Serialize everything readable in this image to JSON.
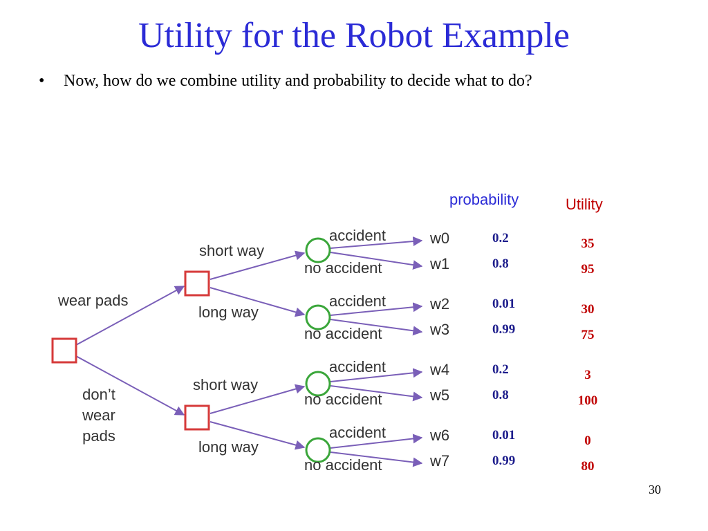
{
  "title": "Utility for the Robot Example",
  "bullet": {
    "marker": "•",
    "text": "Now,  how do we combine utility and probability to decide what to do?"
  },
  "columns": {
    "probability": "probability",
    "utility": "Utility"
  },
  "tree": {
    "root_branches": [
      "wear pads",
      "don’t wear pads"
    ],
    "dont_wear_lines": [
      "don’t",
      "wear",
      "pads"
    ],
    "route_branches": [
      "short way",
      "long way"
    ],
    "outcome_branches": [
      "accident",
      "no accident"
    ]
  },
  "worlds": [
    {
      "name": "w0",
      "probability": "0.2",
      "utility": "35"
    },
    {
      "name": "w1",
      "probability": "0.8",
      "utility": "95"
    },
    {
      "name": "w2",
      "probability": "0.01",
      "utility": "30"
    },
    {
      "name": "w3",
      "probability": "0.99",
      "utility": "75"
    },
    {
      "name": "w4",
      "probability": "0.2",
      "utility": "3"
    },
    {
      "name": "w5",
      "probability": "0.8",
      "utility": "100"
    },
    {
      "name": "w6",
      "probability": "0.01",
      "utility": "0"
    },
    {
      "name": "w7",
      "probability": "0.99",
      "utility": "80"
    }
  ],
  "colors": {
    "title": "#2b2bd6",
    "decision_node": "#d63a3a",
    "chance_node": "#3aa63a",
    "edge": "#7a5fb8",
    "probability": "#1d1d8c",
    "utility": "#c00000"
  },
  "page_number": "30"
}
